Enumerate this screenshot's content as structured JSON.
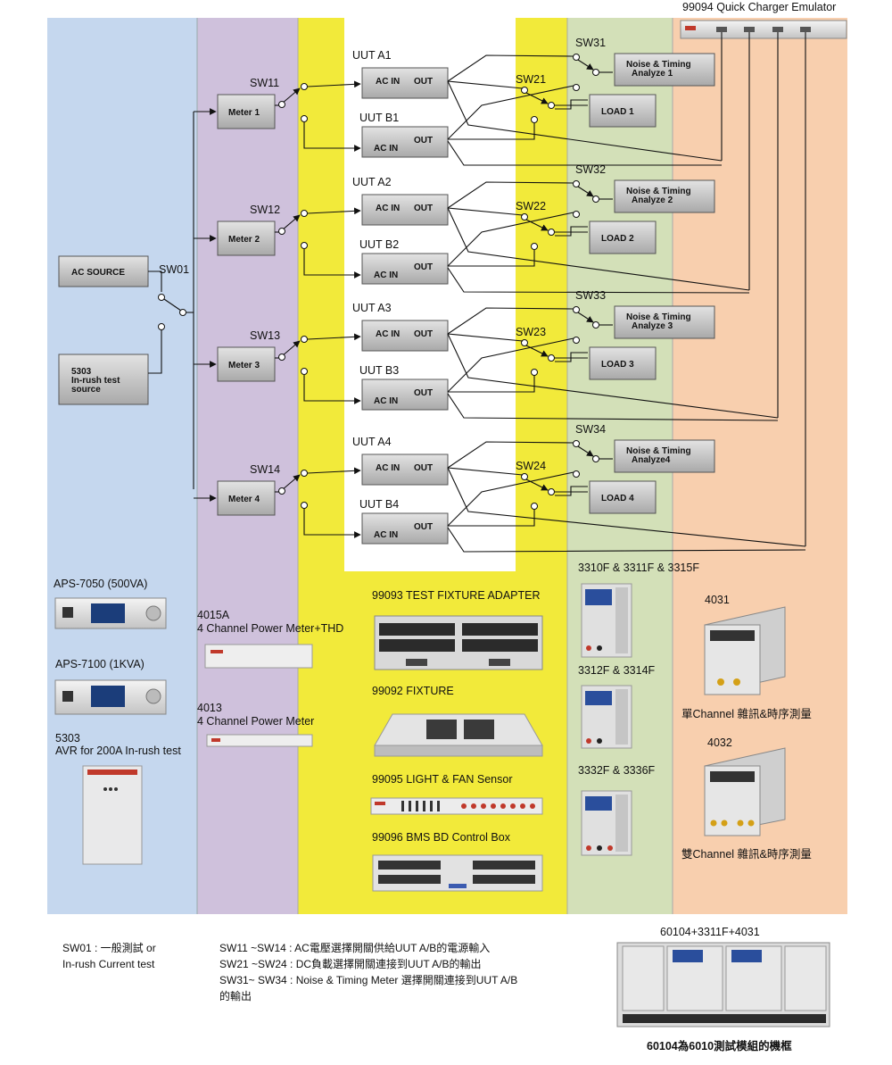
{
  "emulator_label": "99094 Quick Charger Emulator",
  "source": {
    "ac_source": "AC SOURCE",
    "sw01": "SW01",
    "inrush_lines": [
      "5303",
      "In-rush test",
      "source"
    ]
  },
  "channels": [
    {
      "meter": "Meter 1",
      "sw1": "SW11",
      "uut_a": "UUT A1",
      "uut_b": "UUT B1",
      "sw2": "SW21",
      "sw3": "SW31",
      "noise": [
        "Noise & Timing",
        "Analyze 1"
      ],
      "load": "LOAD 1"
    },
    {
      "meter": "Meter 2",
      "sw1": "SW12",
      "uut_a": "UUT A2",
      "uut_b": "UUT B2",
      "sw2": "SW22",
      "sw3": "SW32",
      "noise": [
        "Noise & Timing",
        "Analyze 2"
      ],
      "load": "LOAD 2"
    },
    {
      "meter": "Meter 3",
      "sw1": "SW13",
      "uut_a": "UUT A3",
      "uut_b": "UUT B3",
      "sw2": "SW23",
      "sw3": "SW33",
      "noise": [
        "Noise & Timing",
        "Analyze 3"
      ],
      "load": "LOAD 3"
    },
    {
      "meter": "Meter 4",
      "sw1": "SW14",
      "uut_a": "UUT A4",
      "uut_b": "UUT B4",
      "sw2": "SW24",
      "sw3": "SW34",
      "noise": [
        "Noise & Timing",
        "Analyze4"
      ],
      "load": "LOAD 4"
    }
  ],
  "uut_ports": {
    "ac_in": "AC IN",
    "out": "OUT"
  },
  "equipment": {
    "aps7050": "APS-7050 (500VA)",
    "aps7100": "APS-7100 (1KVA)",
    "avr5303": [
      "5303",
      "AVR for 200A In-rush test"
    ],
    "pm4015a": [
      "4015A",
      "4 Channel Power Meter+THD"
    ],
    "pm4013": [
      "4013",
      "4 Channel Power Meter"
    ],
    "fix99093": "99093 TEST FIXTURE ADAPTER",
    "fix99092": "99092 FIXTURE",
    "sen99095": "99095 LIGHT & FAN Sensor",
    "box99096": "99096 BMS BD Control Box",
    "load1": "3310F & 3311F & 3315F",
    "load2": "3312F & 3314F",
    "load3": "3332F & 3336F",
    "m4031": "4031",
    "m4031_desc": "單Channel 雜訊&時序測量",
    "m4032": "4032",
    "m4032_desc": "雙Channel 雜訊&時序測量",
    "frame_label": "60104+3311F+4031",
    "frame_desc": "60104為6010測試模組的機框"
  },
  "legend": {
    "sw01_desc": "SW01 : 一般測試 or\nIn-rush Current test",
    "sw1x_desc": "SW11 ~SW14 : AC電壓選擇開關供給UUT A/B的電源輸入",
    "sw2x_desc": "SW21 ~SW24 : DC負載選擇開關連接到UUT A/B的輸出",
    "sw3x_desc": "SW31~ SW34 : Noise & Timing Meter 選擇開關連接到UUT A/B\n的輸出"
  },
  "colors": {
    "zone_source": "#c5d7ee",
    "zone_meter": "#cfc1dc",
    "zone_fixture": "#f2ea3a",
    "zone_load": "#d3e0b8",
    "zone_noise": "#f8cfae"
  }
}
